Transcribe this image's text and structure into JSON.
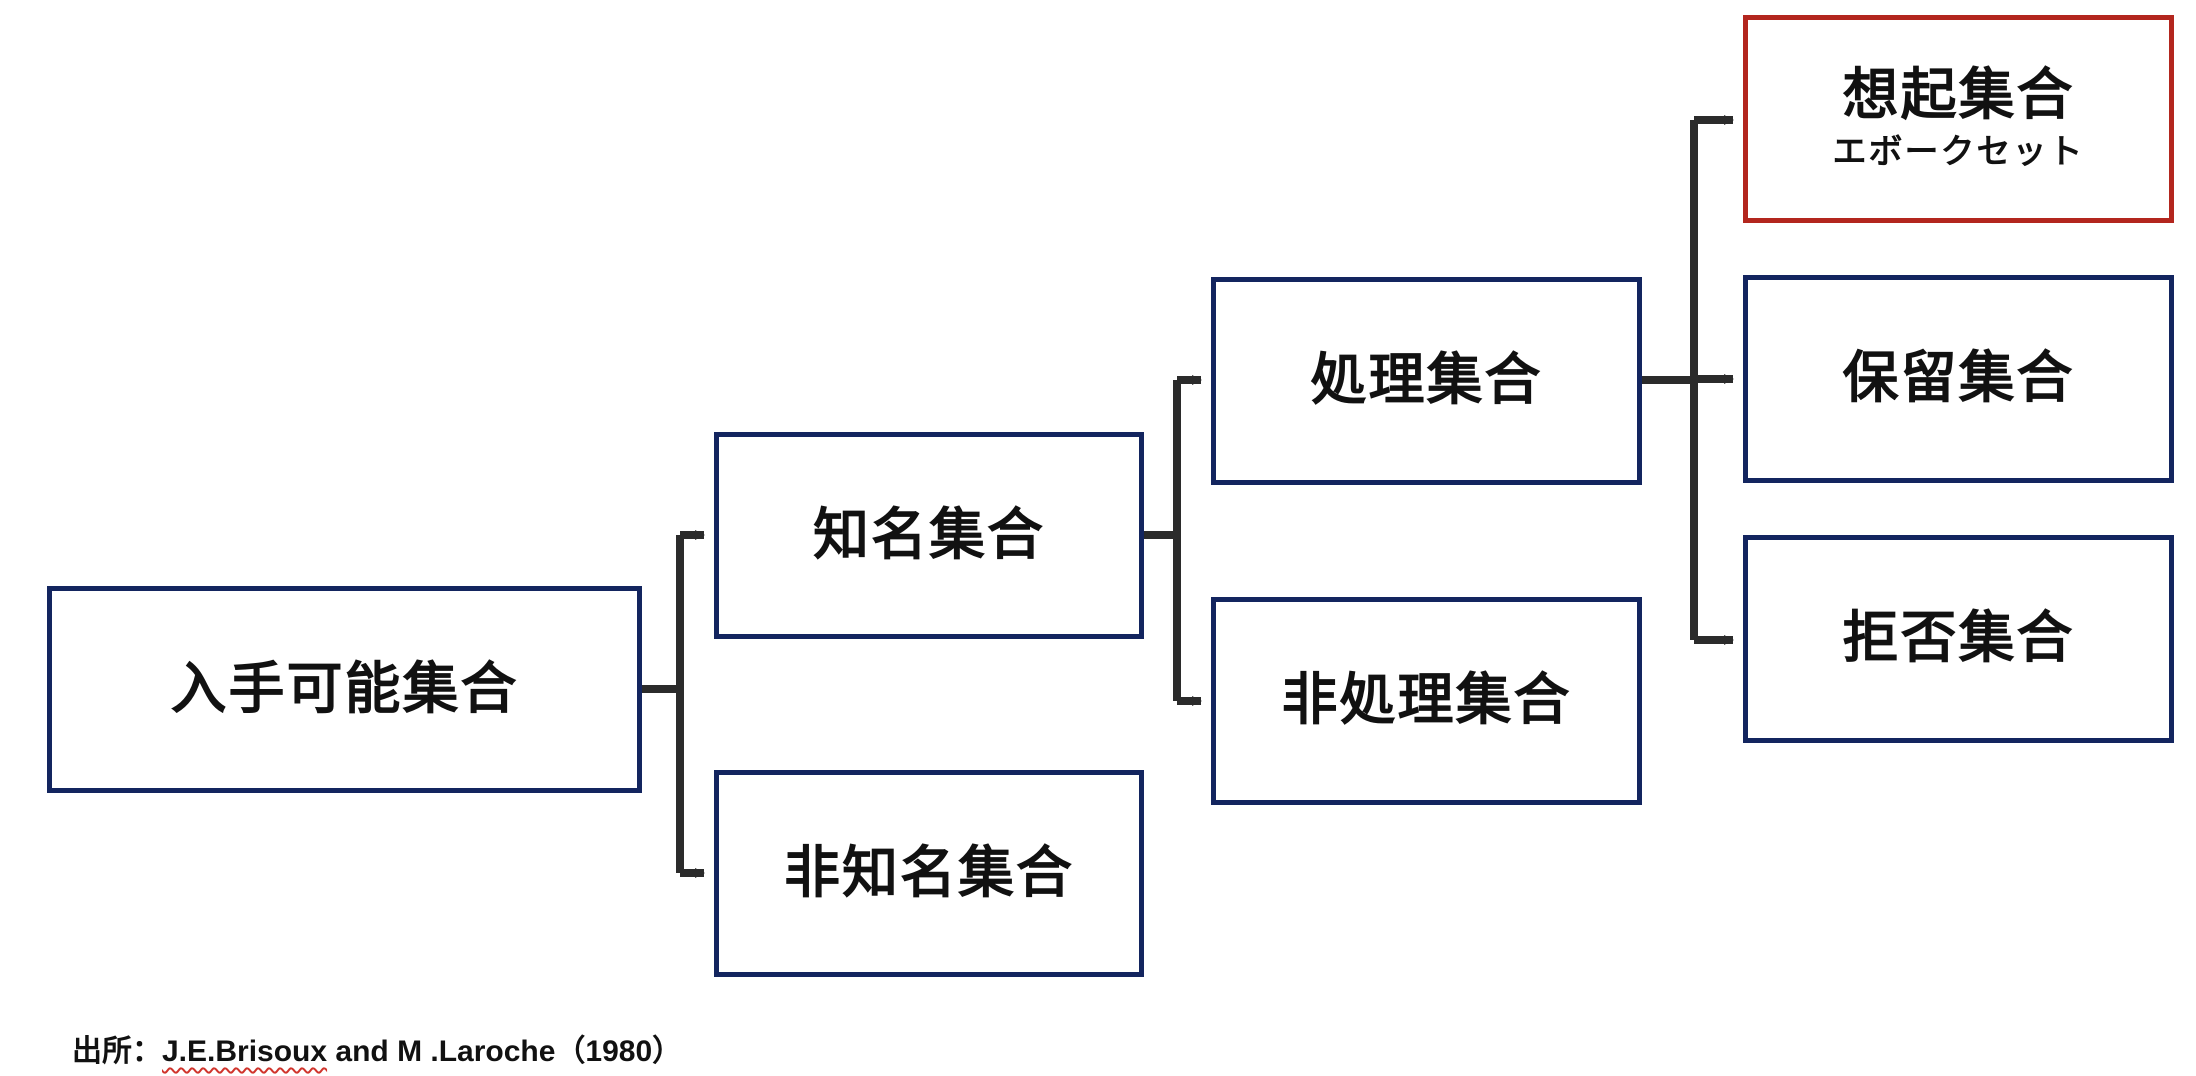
{
  "diagram": {
    "boxes": {
      "available": {
        "label": "入手可能集合"
      },
      "awareness": {
        "label": "知名集合"
      },
      "unawareness": {
        "label": "非知名集合"
      },
      "processed": {
        "label": "処理集合"
      },
      "unprocessed": {
        "label": "非処理集合"
      },
      "evoked": {
        "label": "想起集合",
        "sublabel": "エボークセット"
      },
      "inert": {
        "label": "保留集合"
      },
      "inept": {
        "label": "拒否集合"
      }
    },
    "colors": {
      "box_border": "#13255f",
      "highlight_border": "#b3261e",
      "connector": "#2b2b2b",
      "text": "#111111"
    }
  },
  "source": {
    "prefix": "出所：",
    "author": "J.E.Brisoux",
    "rest": " and M .Laroche（1980）"
  }
}
